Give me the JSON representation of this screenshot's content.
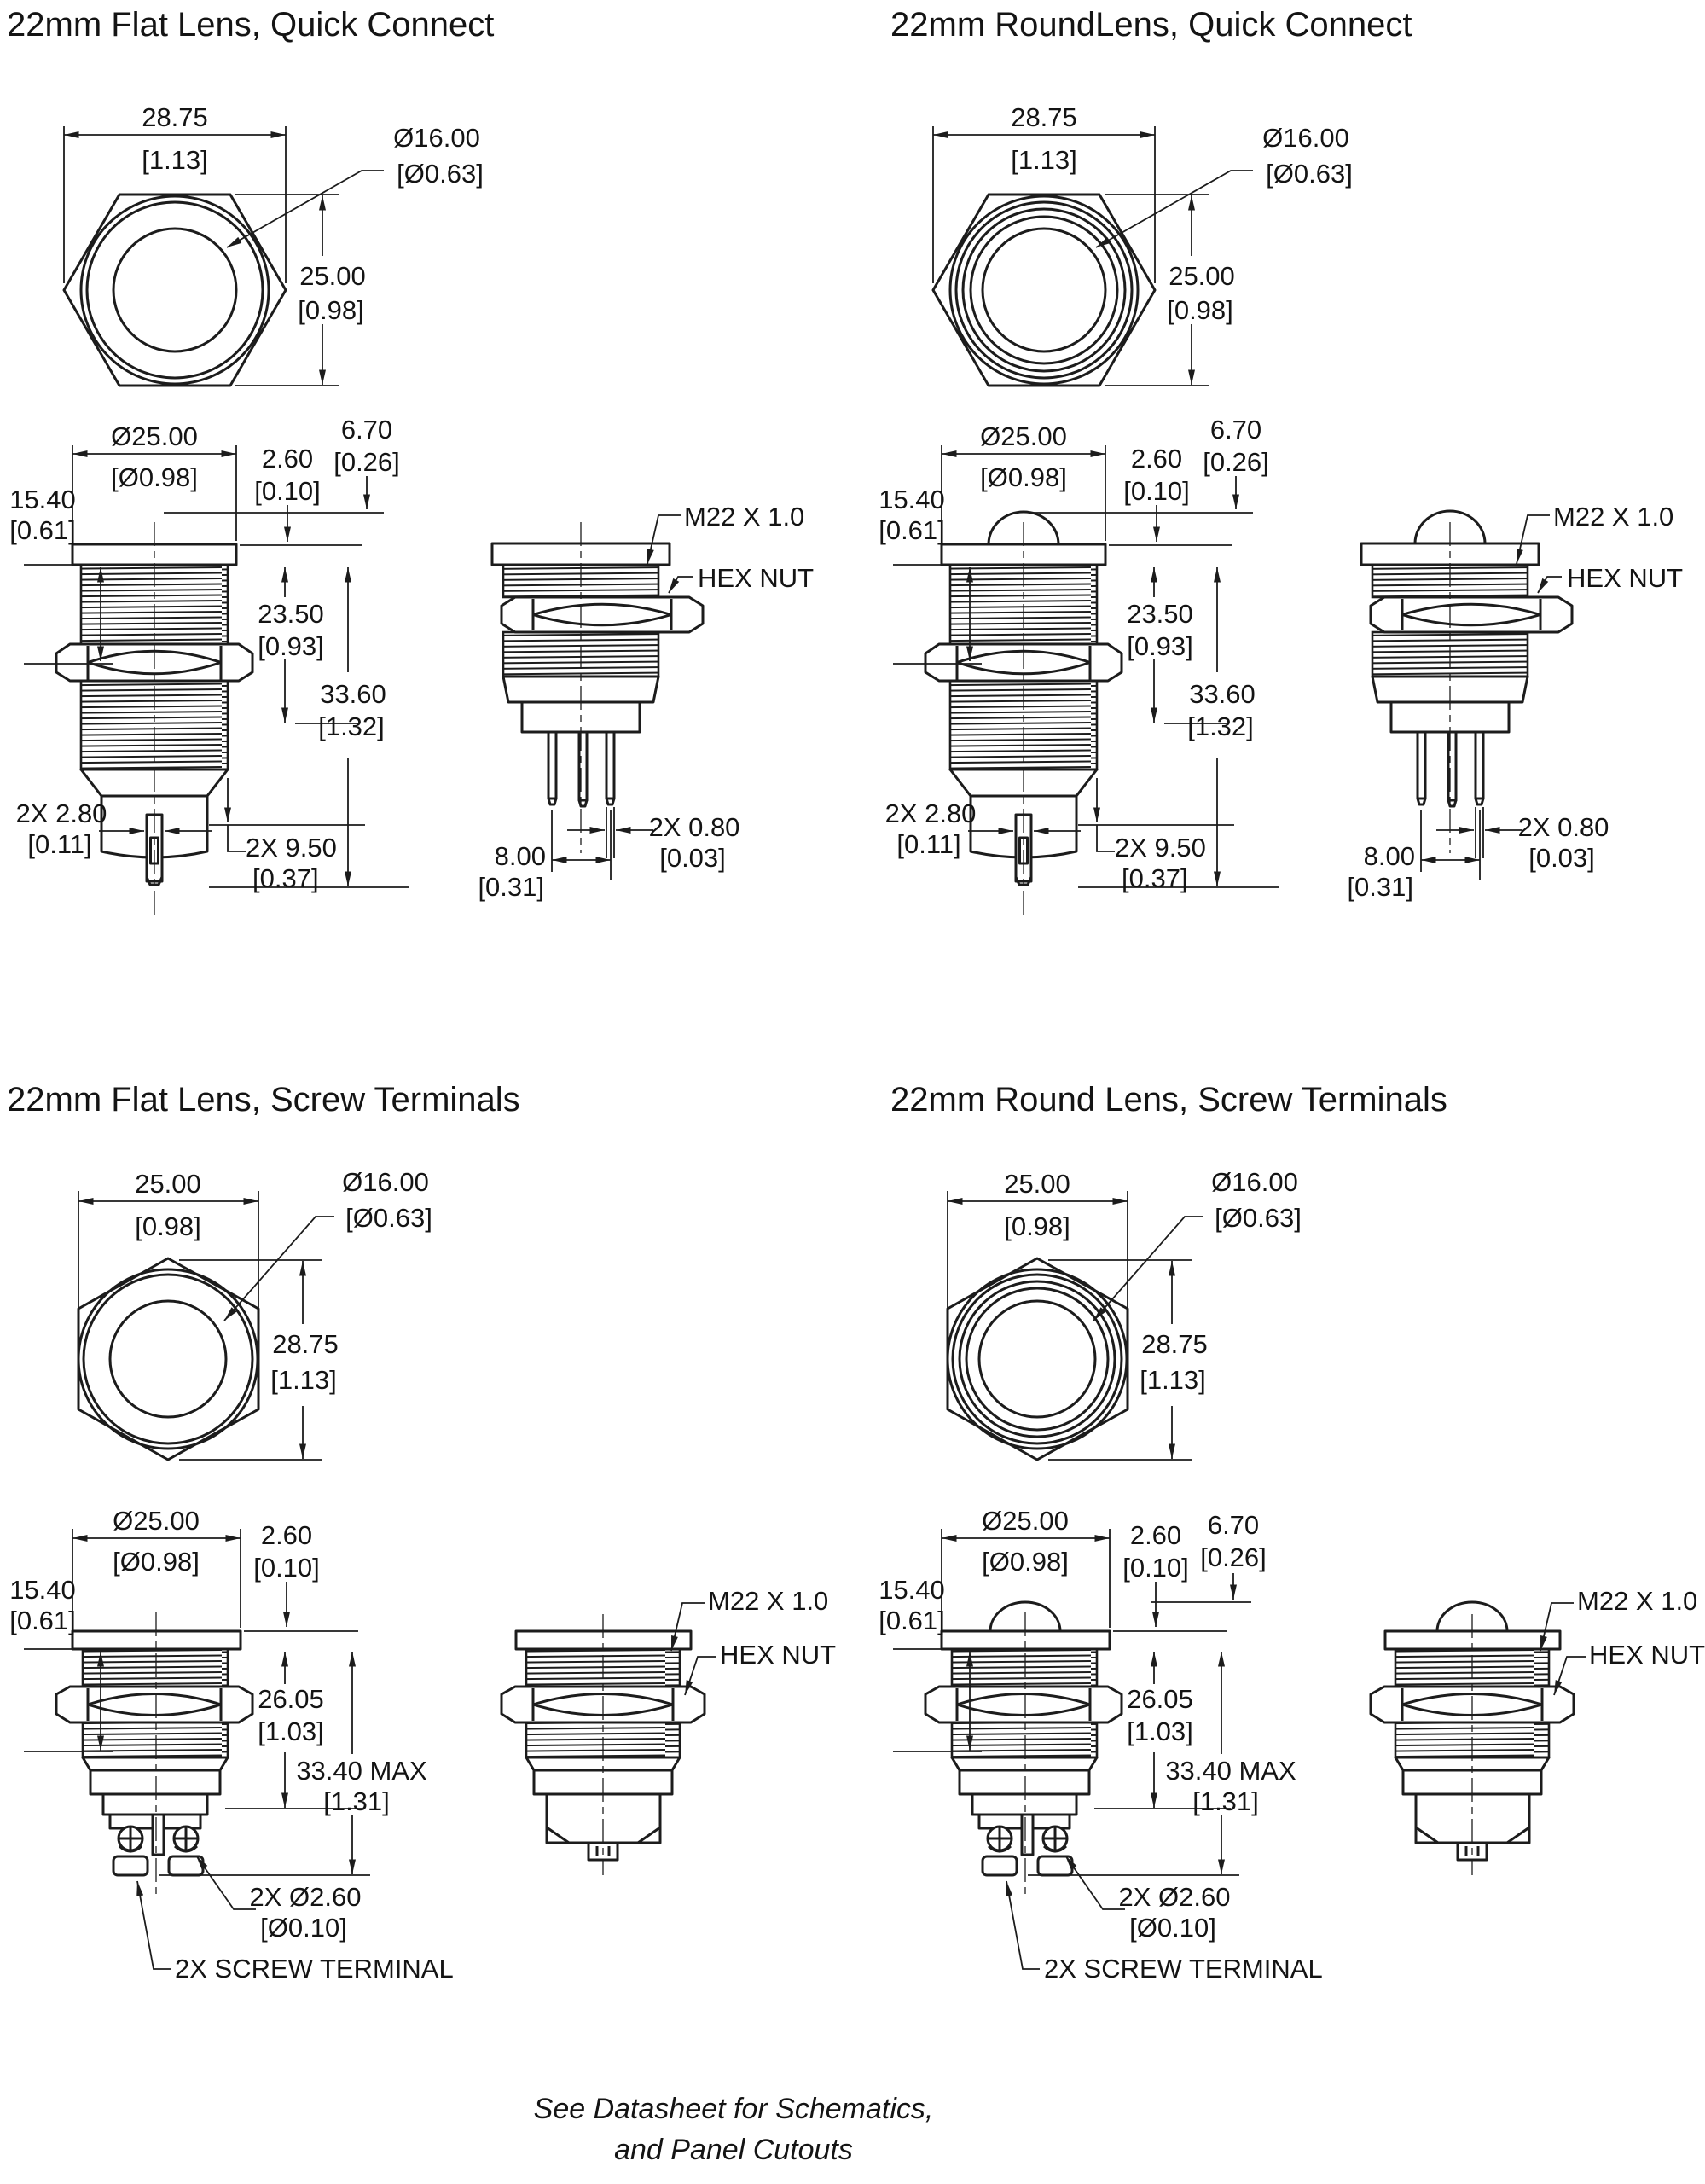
{
  "footer": {
    "line1": "See Datasheet for Schematics,",
    "line2": "and Panel Cutouts"
  },
  "quadrants": [
    {
      "title": "22mm Flat Lens, Quick Connect",
      "front": {
        "width_mm": "28.75",
        "width_in": "[1.13]",
        "lens_mm": "Ø16.00",
        "lens_in": "[Ø0.63]",
        "height_mm": "25.00",
        "height_in": "[0.98]"
      },
      "side": {
        "dia_mm": "Ø25.00",
        "dia_in": "[Ø0.98]",
        "cap_mm": "2.60",
        "cap_in": "[0.10]",
        "protrusion_mm": "6.70",
        "protrusion_in": "[0.26]",
        "grip_mm": "15.40",
        "grip_in": "[0.61]",
        "thread_mm": "23.50",
        "thread_in": "[0.93]",
        "length_mm": "33.60",
        "length_in": "[1.32]",
        "pin_width_mm": "2X 2.80",
        "pin_width_in": "[0.11]",
        "pin_length_mm": "2X 9.50",
        "pin_length_in": "[0.37]"
      },
      "side2": {
        "thread_label": "M22 X 1.0",
        "nut_label": "HEX NUT",
        "pin_span_mm": "8.00",
        "pin_span_in": "[0.31]",
        "tab_mm": "2X 0.80",
        "tab_in": "[0.03]"
      }
    },
    {
      "title": "22mm RoundLens, Quick Connect",
      "front": {
        "width_mm": "28.75",
        "width_in": "[1.13]",
        "lens_mm": "Ø16.00",
        "lens_in": "[Ø0.63]",
        "height_mm": "25.00",
        "height_in": "[0.98]"
      },
      "side": {
        "dia_mm": "Ø25.00",
        "dia_in": "[Ø0.98]",
        "cap_mm": "2.60",
        "cap_in": "[0.10]",
        "protrusion_mm": "6.70",
        "protrusion_in": "[0.26]",
        "grip_mm": "15.40",
        "grip_in": "[0.61]",
        "thread_mm": "23.50",
        "thread_in": "[0.93]",
        "length_mm": "33.60",
        "length_in": "[1.32]",
        "pin_width_mm": "2X 2.80",
        "pin_width_in": "[0.11]",
        "pin_length_mm": "2X 9.50",
        "pin_length_in": "[0.37]"
      },
      "side2": {
        "thread_label": "M22 X 1.0",
        "nut_label": "HEX NUT",
        "pin_span_mm": "8.00",
        "pin_span_in": "[0.31]",
        "tab_mm": "2X 0.80",
        "tab_in": "[0.03]"
      }
    },
    {
      "title": "22mm Flat Lens, Screw Terminals",
      "front": {
        "width_mm": "25.00",
        "width_in": "[0.98]",
        "lens_mm": "Ø16.00",
        "lens_in": "[Ø0.63]",
        "height_mm": "28.75",
        "height_in": "[1.13]"
      },
      "side": {
        "dia_mm": "Ø25.00",
        "dia_in": "[Ø0.98]",
        "cap_mm": "2.60",
        "cap_in": "[0.10]",
        "grip_mm": "15.40",
        "grip_in": "[0.61]",
        "thread_mm": "26.05",
        "thread_in": "[1.03]",
        "length_mm": "33.40 MAX",
        "length_in": "[1.31]",
        "screw_dia_mm": "2X Ø2.60",
        "screw_dia_in": "[Ø0.10]",
        "screw_label": "2X SCREW TERMINAL"
      },
      "side2": {
        "thread_label": "M22 X 1.0",
        "nut_label": "HEX NUT"
      }
    },
    {
      "title": "22mm Round Lens, Screw Terminals",
      "front": {
        "width_mm": "25.00",
        "width_in": "[0.98]",
        "lens_mm": "Ø16.00",
        "lens_in": "[Ø0.63]",
        "height_mm": "28.75",
        "height_in": "[1.13]"
      },
      "side": {
        "dia_mm": "Ø25.00",
        "dia_in": "[Ø0.98]",
        "cap_mm": "2.60",
        "cap_in": "[0.10]",
        "protrusion_mm": "6.70",
        "protrusion_in": "[0.26]",
        "grip_mm": "15.40",
        "grip_in": "[0.61]",
        "thread_mm": "26.05",
        "thread_in": "[1.03]",
        "length_mm": "33.40 MAX",
        "length_in": "[1.31]",
        "screw_dia_mm": "2X Ø2.60",
        "screw_dia_in": "[Ø0.10]",
        "screw_label": "2X SCREW TERMINAL"
      },
      "side2": {
        "thread_label": "M22 X 1.0",
        "nut_label": "HEX NUT"
      }
    }
  ]
}
